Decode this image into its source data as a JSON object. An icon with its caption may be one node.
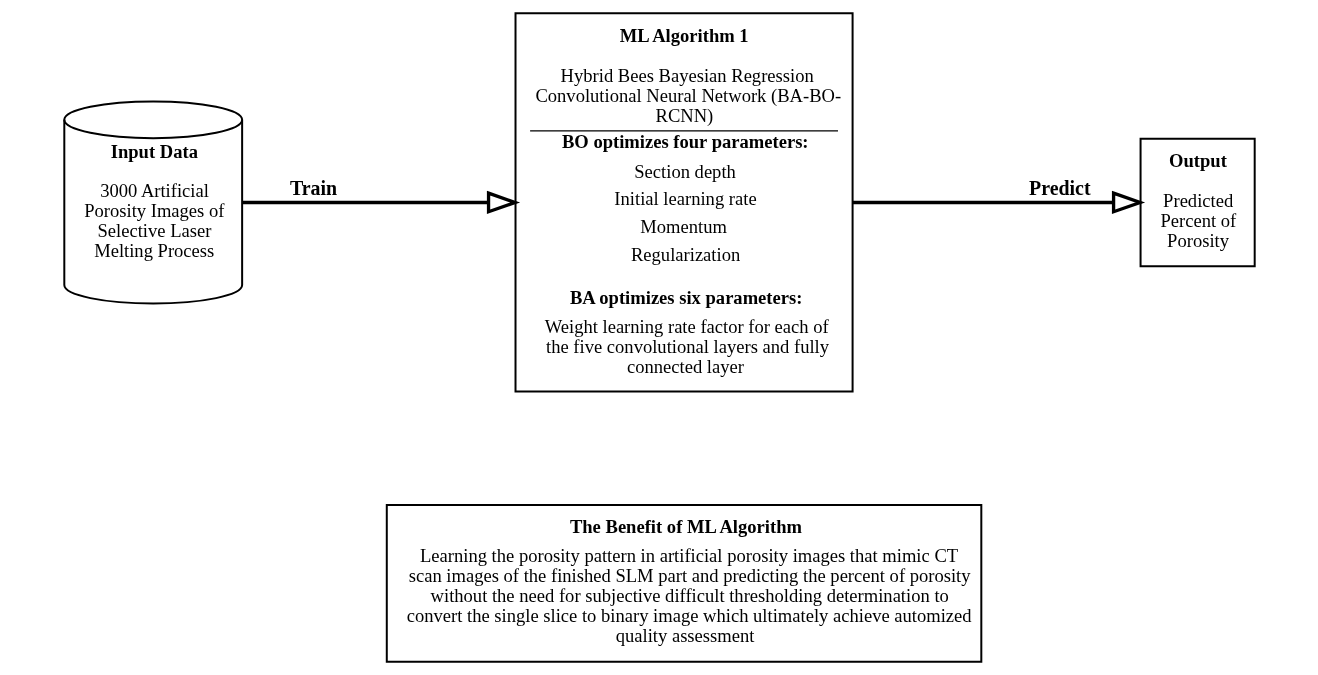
{
  "diagram": {
    "nodes": [
      {
        "text": [
          "Input Data",
          "3000 Artificial Porosity Images of Selective Laser Melting Process"
        ]
      },
      {
        "text": [
          "ML Algorithm 1",
          "Hybrid Bees Bayesian Regression Convolutional Neural Network (BA-BO-RCNN)",
          "BO optimizes four parameters:",
          "Section depth",
          "Initial learning rate",
          "Momentum",
          "Regularization",
          "BA optimizes six parameters:",
          "Weight learning rate factor for each of the five convolutional layers and fully connected layer"
        ]
      },
      {
        "text": [
          "Output",
          "Predicted Percent of Porosity"
        ]
      },
      {
        "text": [
          "The Benefit of ML Algorithm",
          "Learning the porosity pattern in artificial porosity images that mimic CT scan images of the finished SLM part and predicting the percent of porosity without the need for subjective difficult thresholding determination to convert the single slice to binary image which ultimately achieve automized quality assessment"
        ]
      }
    ],
    "edges": [
      {
        "from": 0,
        "to": 1,
        "arrow": "to",
        "label": "Train"
      },
      {
        "from": 1,
        "to": 2,
        "arrow": "to",
        "label": "Predict"
      }
    ]
  }
}
